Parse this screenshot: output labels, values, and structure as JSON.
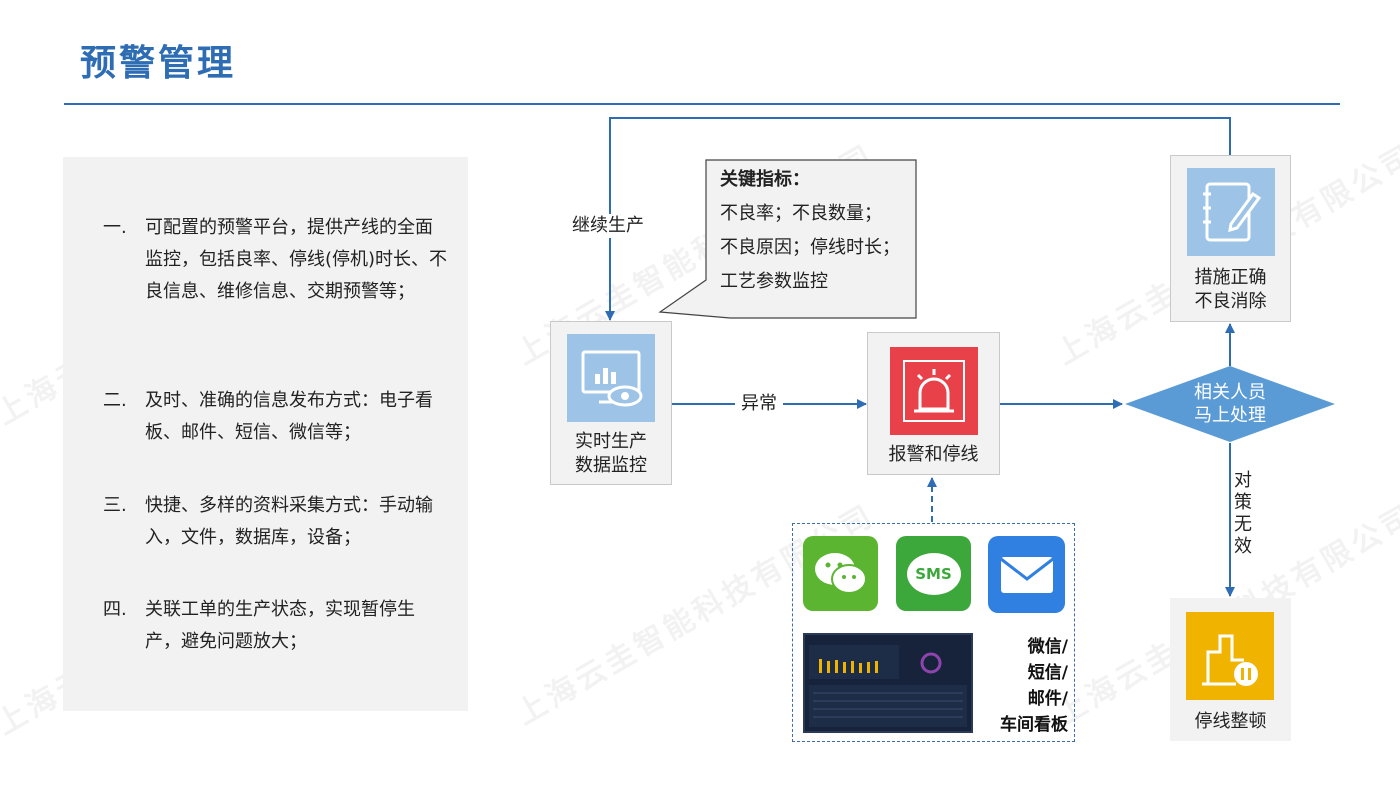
{
  "title": "预警管理",
  "watermark": "上海云圭智能科技有限公司",
  "features": [
    {
      "num": "一.",
      "text": "可配置的预警平台，提供产线的全面监控，包括良率、停线(停机)时长、不良信息、维修信息、交期预警等；"
    },
    {
      "num": "二.",
      "text": "及时、准确的信息发布方式：电子看板、邮件、短信、微信等；"
    },
    {
      "num": "三.",
      "text": "快捷、多样的资料采集方式：手动输入，文件，数据库，设备；"
    },
    {
      "num": "四.",
      "text": "关联工单的生产状态，实现暂停生产，避免问题放大；"
    }
  ],
  "callout": {
    "heading": "关键指标：",
    "lines": [
      "不良率；不良数量；",
      "不良原因；停线时长；",
      "工艺参数监控"
    ]
  },
  "nodes": {
    "monitor": [
      "实时生产",
      "数据监控"
    ],
    "alarm": "报警和停线",
    "handle": [
      "相关人员",
      "马上处理"
    ],
    "fix": [
      "措施正确",
      "不良消除"
    ],
    "stop": "停线整顿"
  },
  "edges": {
    "continue": "继续生产",
    "abnormal": "异常",
    "invalid": [
      "对",
      "策",
      "无",
      "效"
    ]
  },
  "channels": {
    "sms_label": "SMS",
    "text_lines": [
      "微信/",
      "短信/",
      "邮件/",
      "车间看板"
    ]
  },
  "colors": {
    "accent": "#2e6db4",
    "diamond": "#5b9bd5",
    "alarm": "#e8414a",
    "stop": "#f0b400",
    "light_blue_icon": "#9dc3e6"
  }
}
